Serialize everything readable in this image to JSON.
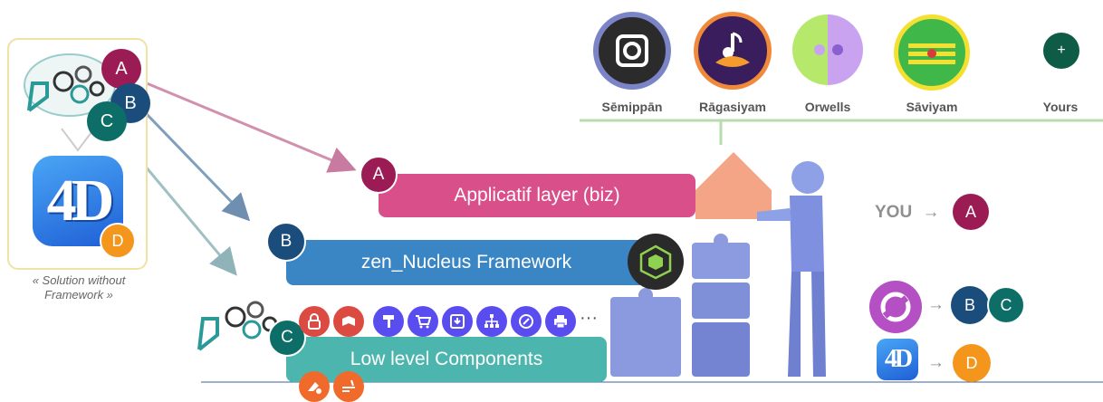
{
  "badges": {
    "a": "A",
    "b": "B",
    "c": "C",
    "d": "D",
    "plus": "+"
  },
  "solution_caption": "« Solution without Framework »",
  "layers": {
    "app": "Applicatif layer (biz)",
    "framework": "zen_Nucleus Framework",
    "components": "Low level Components"
  },
  "apps": [
    {
      "name": "Sēmippān",
      "icon": "semippan-app-icon"
    },
    {
      "name": "Rāgasiyam",
      "icon": "ragasiyam-app-icon"
    },
    {
      "name": "Orwells",
      "icon": "orwells-app-icon"
    },
    {
      "name": "Sāviyam",
      "icon": "saviyam-app-icon"
    },
    {
      "name": "Yours",
      "icon": "plus-icon"
    }
  ],
  "legend": {
    "you": "YOU",
    "arrow": "→",
    "ellipsis": "···"
  },
  "colors": {
    "a": "#9b1b54",
    "b": "#1a4d7c",
    "c": "#0d6e67",
    "d": "#f5961c",
    "app_bar": "#d84f8a",
    "fw_bar": "#3a86c4",
    "comp_bar": "#4cb6ae",
    "comp_icon": "#5a4df0",
    "red_icon": "#dc4b42",
    "orange_icon": "#f06a2c"
  }
}
